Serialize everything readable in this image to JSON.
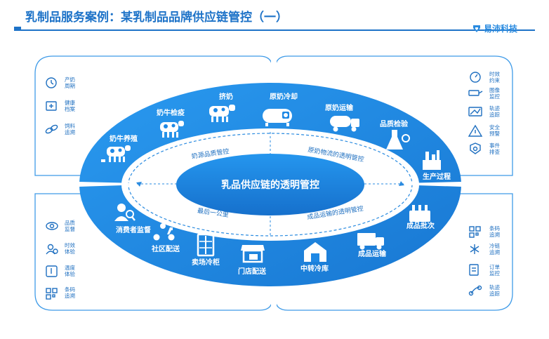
{
  "header": {
    "title": "乳制品服务案例：某乳制品品牌供应链管控（一）",
    "logo_text": "易沛科技"
  },
  "center": {
    "label": "乳品供应链的透明管控"
  },
  "ring_labels": {
    "top_left": "奶源品质管控",
    "top_right": "原奶物流的透明管控",
    "bottom_left": "最后一公里",
    "bottom_right": "成品运输的透明管控"
  },
  "stages": {
    "s1": "奶牛养殖",
    "s2": "奶牛检疫",
    "s3": "挤奶",
    "s4": "原奶冷却",
    "s5": "原奶运输",
    "s6": "品质检验",
    "s7": "生产过程",
    "s8": "成品批次",
    "s9": "成品运输",
    "s10": "中转冷库",
    "s11": "门店配送",
    "s12": "卖场冷柜",
    "s13": "社区配送",
    "s14": "消费者监督"
  },
  "panels": {
    "top_left": [
      {
        "a": "产奶",
        "b": "周期"
      },
      {
        "a": "健康",
        "b": "档案"
      },
      {
        "a": "饲料",
        "b": "追溯"
      }
    ],
    "top_right": [
      {
        "a": "时效",
        "b": "约束"
      },
      {
        "a": "图像",
        "b": "监控"
      },
      {
        "a": "轨迹",
        "b": "追踪"
      },
      {
        "a": "安全",
        "b": "预警"
      },
      {
        "a": "事件",
        "b": "排查"
      }
    ],
    "bottom_left": [
      {
        "a": "品质",
        "b": "监督"
      },
      {
        "a": "时效",
        "b": "体验"
      },
      {
        "a": "温度",
        "b": "体验"
      },
      {
        "a": "条码",
        "b": "追溯"
      }
    ],
    "bottom_right": [
      {
        "a": "条码",
        "b": "追溯"
      },
      {
        "a": "冷链",
        "b": "追溯"
      },
      {
        "a": "订单",
        "b": "监控"
      },
      {
        "a": "轨迹",
        "b": "追踪"
      }
    ]
  },
  "colors": {
    "primary": "#1e88e5",
    "title": "#1e73c8",
    "ring_band": "#2196f3",
    "panel_line": "#3f9be8"
  }
}
